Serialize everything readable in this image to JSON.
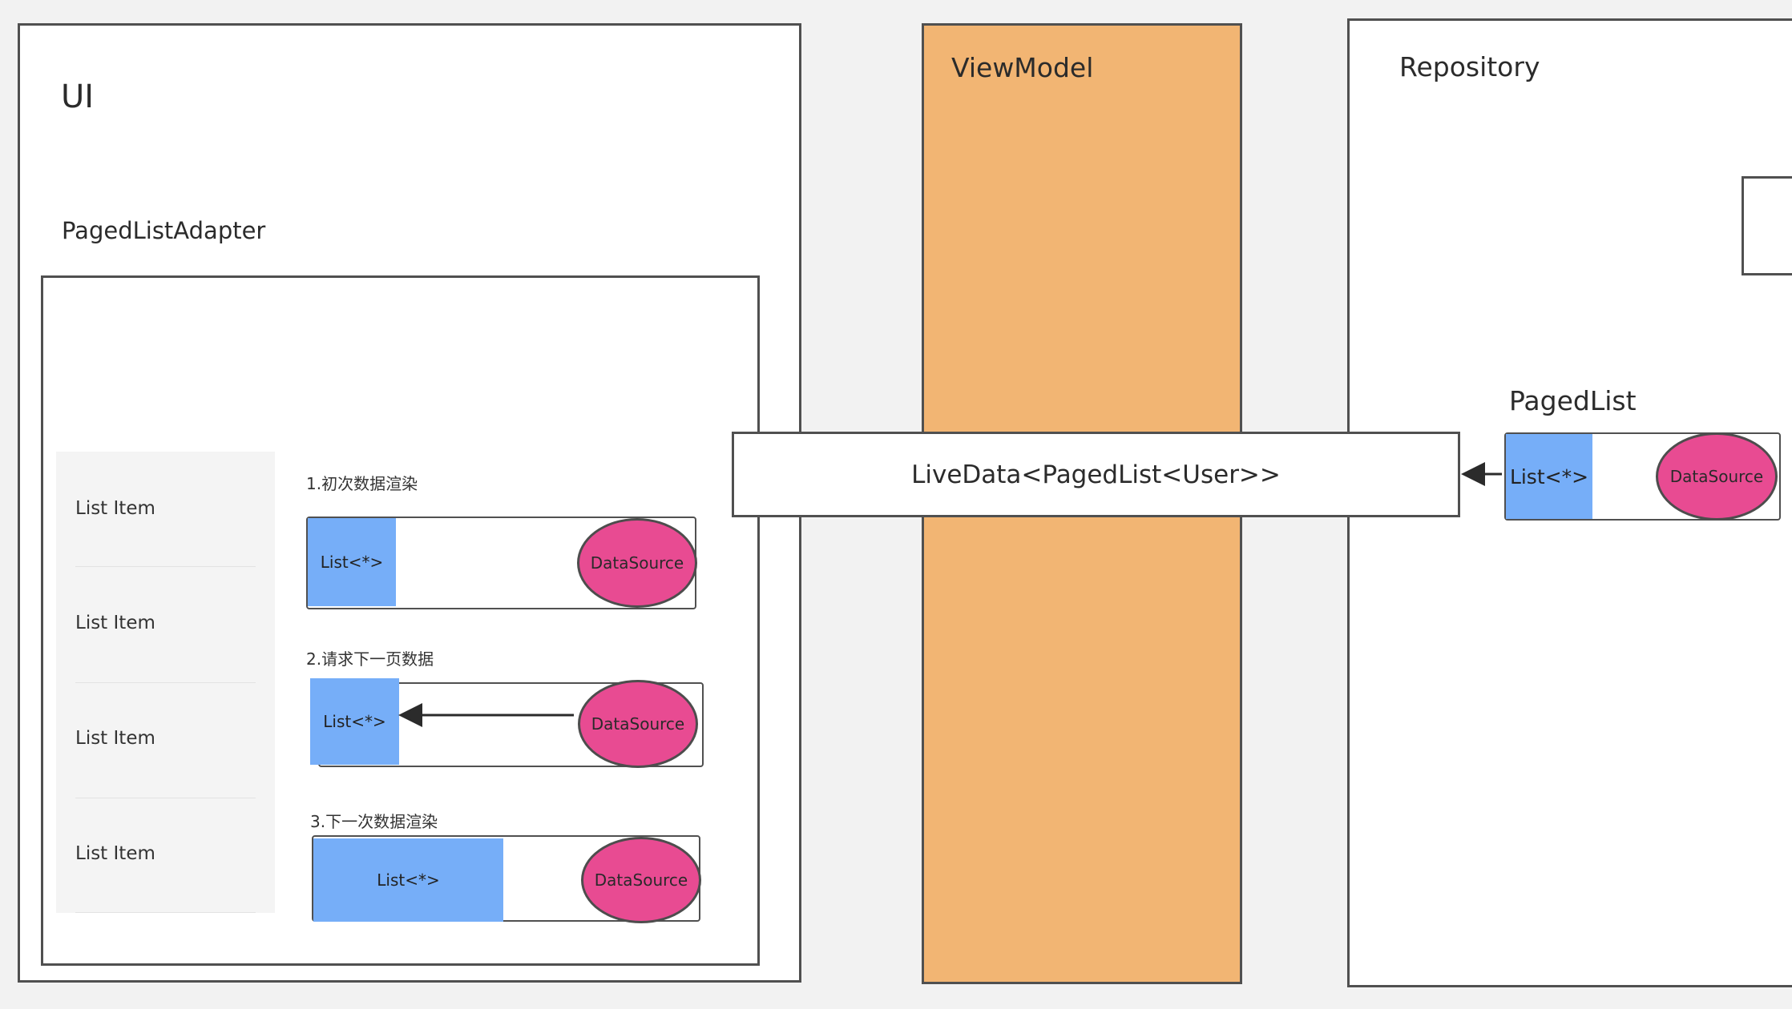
{
  "ui": {
    "title": "UI",
    "adapter_title": "PagedListAdapter",
    "list_items": [
      "List Item",
      "List Item",
      "List Item",
      "List Item"
    ],
    "steps": [
      {
        "label": "1.初次数据渲染",
        "list": "List<*>",
        "datasource": "DataSource"
      },
      {
        "label": "2.请求下一页数据",
        "list": "List<*>",
        "datasource": "DataSource"
      },
      {
        "label": "3.下一次数据渲染",
        "list": "List<*>",
        "datasource": "DataSource"
      }
    ]
  },
  "viewmodel": {
    "title": "ViewModel"
  },
  "livedata": {
    "label": "LiveData<PagedList<User>>"
  },
  "repository": {
    "title": "Repository",
    "pagedlist_title": "PagedList",
    "list": "List<*>",
    "datasource": "DataSource"
  },
  "colors": {
    "background": "#f2f2f2",
    "viewmodel_fill": "#f2b573",
    "list_fill": "#76aef8",
    "datasource_fill": "#e84b92",
    "border": "#505050"
  }
}
